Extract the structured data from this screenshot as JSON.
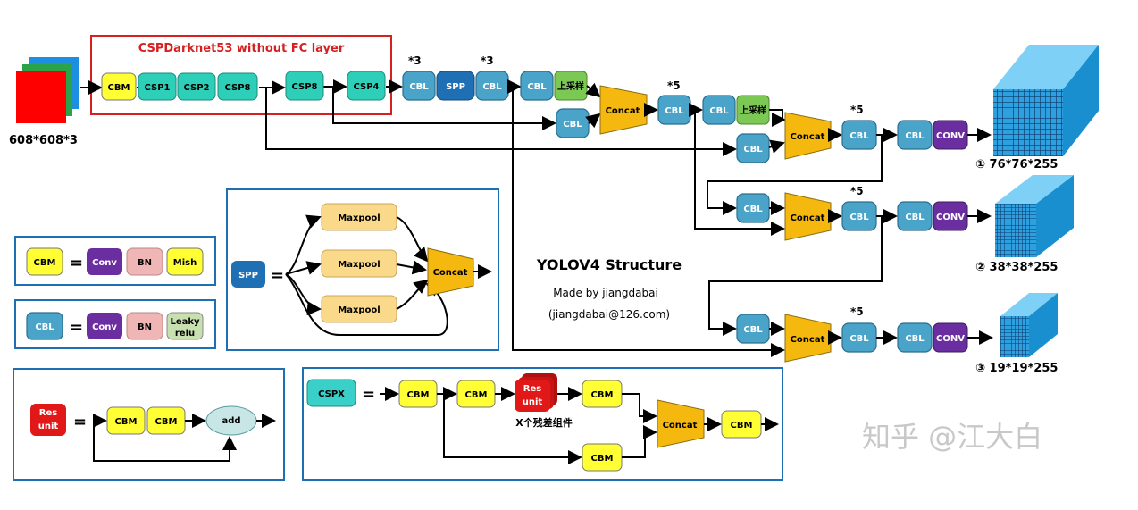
{
  "title": "CSPDarknet53 without FC layer",
  "input_size": "608*608*3",
  "structure_title": "YOLOV4 Structure",
  "made_by": "Made by jiangdabai",
  "email": "(jiangdabai@126.com)",
  "watermark": "知乎 @江大白",
  "labels": {
    "cbm": "CBM",
    "cbl": "CBL",
    "csp1": "CSP1",
    "csp2": "CSP2",
    "csp8": "CSP8",
    "csp4": "CSP4",
    "spp": "SPP",
    "upsample": "上采样",
    "concat": "Concat",
    "conv": "CONV",
    "conv2": "Conv",
    "bn": "BN",
    "mish": "Mish",
    "leaky": "Leaky",
    "relu": "relu",
    "maxpool": "Maxpool",
    "res": "Res",
    "unit": "unit",
    "add": "add",
    "cspx": "CSPX",
    "x_res": "X个残差组件",
    "equals": "=",
    "x3": "*3",
    "x5": "*5"
  },
  "outputs": [
    "① 76*76*255",
    "② 38*38*255",
    "③ 19*19*255"
  ],
  "colors": {
    "cbm": "#ffff33",
    "csp": "#2ecfb8",
    "cbl": "#4aa3c9",
    "spp": "#1f6fb5",
    "upsample": "#7cc855",
    "concat": "#f5b80f",
    "conv": "#6a2ea0",
    "bn": "#f0b6b6",
    "leaky": "#c8e0b0",
    "maxpool": "#fbd98a",
    "res": "#e01818",
    "cspx": "#38d0c8",
    "cube": "#2ea0e0",
    "red_frame": "#d62020",
    "blue_frame": "#1f6fb5"
  }
}
